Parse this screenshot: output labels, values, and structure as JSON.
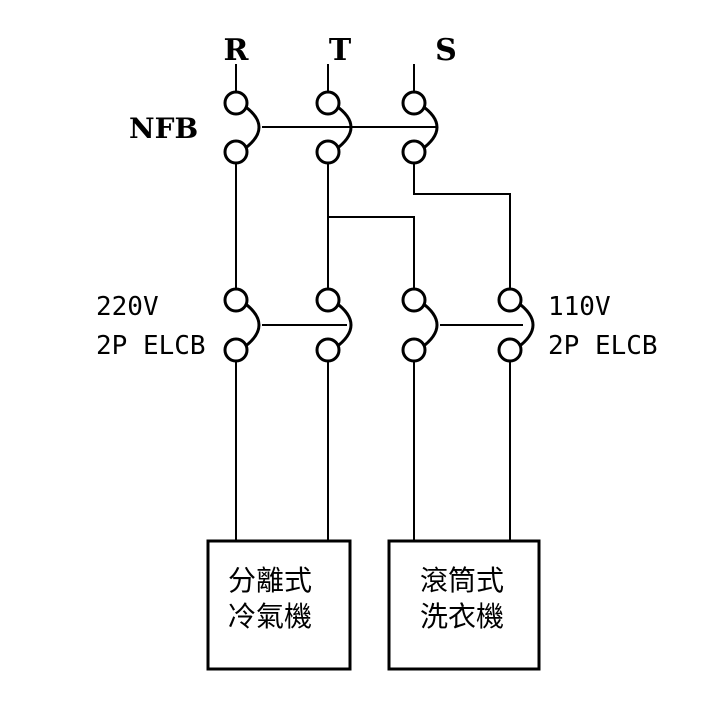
{
  "phases": {
    "r": "R",
    "t": "T",
    "s": "S"
  },
  "nfb": {
    "label": "NFB"
  },
  "elcb_220": {
    "line1": "220V",
    "line2": "2P ELCB"
  },
  "elcb_110": {
    "line1": "110V",
    "line2": "2P ELCB"
  },
  "load_aircon": {
    "line1": "分離式",
    "line2": "冷氣機"
  },
  "load_washer": {
    "line1": "滾筒式",
    "line2": "洗衣機"
  },
  "colors": {
    "line": "#000000",
    "background": "#ffffff"
  }
}
